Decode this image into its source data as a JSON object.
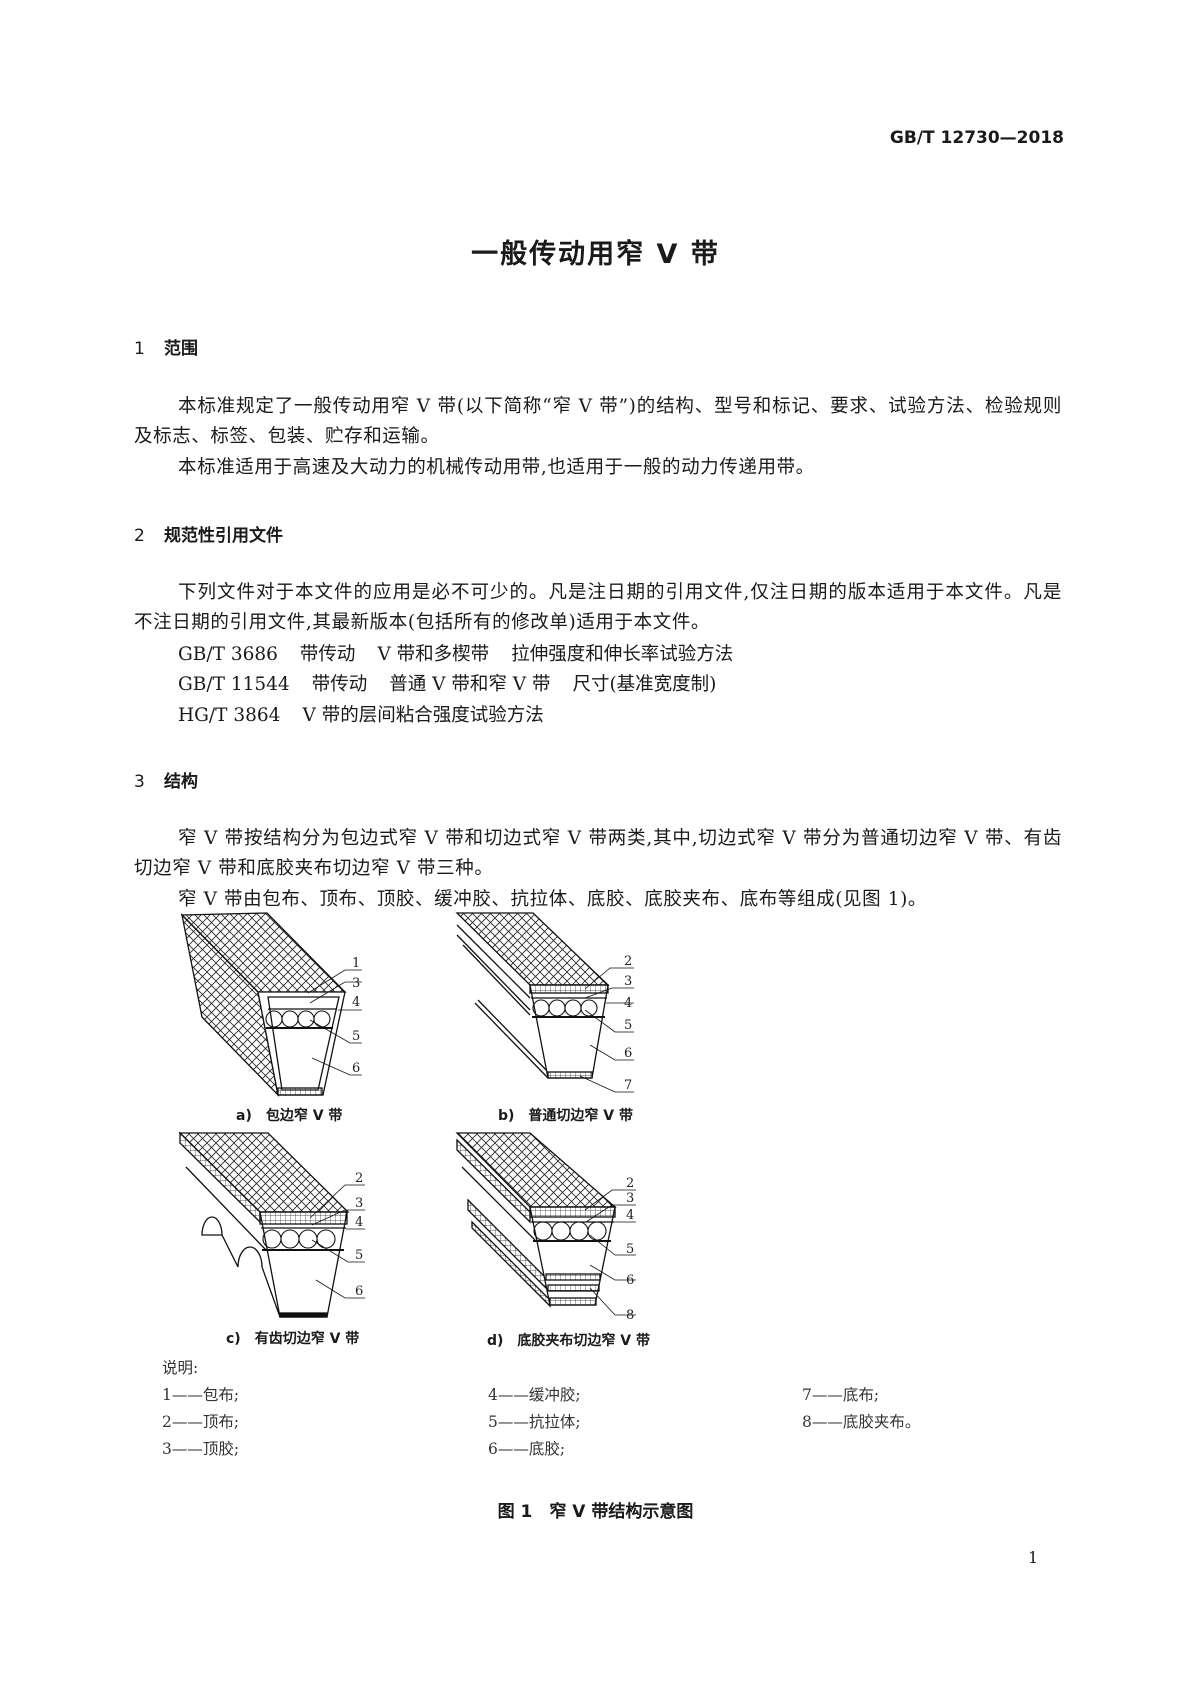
{
  "header": {
    "standard_number": "GB/T 12730—2018"
  },
  "title": "一般传动用窄 V 带",
  "sections": [
    {
      "number": "1",
      "heading": "范围",
      "paragraphs": [
        "本标准规定了一般传动用窄 V 带(以下简称“窄 V 带”)的结构、型号和标记、要求、试验方法、检验规则及标志、标签、包装、贮存和运输。",
        "本标准适用于高速及大动力的机械传动用带,也适用于一般的动力传递用带。"
      ]
    },
    {
      "number": "2",
      "heading": "规范性引用文件",
      "paragraphs": [
        "下列文件对于本文件的应用是必不可少的。凡是注日期的引用文件,仅注日期的版本适用于本文件。凡是不注日期的引用文件,其最新版本(包括所有的修改单)适用于本文件。"
      ],
      "references": [
        {
          "code": "GB/T 3686",
          "parts": [
            "带传动",
            "V 带和多楔带",
            "拉伸强度和伸长率试验方法"
          ]
        },
        {
          "code": "GB/T 11544",
          "parts": [
            "带传动",
            "普通 V 带和窄 V 带",
            "尺寸(基准宽度制)"
          ]
        },
        {
          "code": "HG/T 3864",
          "parts": [
            "V 带的层间粘合强度试验方法"
          ]
        }
      ]
    },
    {
      "number": "3",
      "heading": "结构",
      "paragraphs": [
        "窄 V 带按结构分为包边式窄 V 带和切边式窄 V 带两类,其中,切边式窄 V 带分为普通切边窄 V 带、有齿切边窄 V 带和底胶夹布切边窄 V 带三种。",
        "窄 V 带由包布、顶布、顶胶、缓冲胶、抗拉体、底胶、底胶夹布、底布等组成(见图 1)。"
      ]
    }
  ],
  "figure": {
    "subfigures": [
      {
        "caption": "a)　包边窄 V 带",
        "labels": [
          "1",
          "3",
          "4",
          "5",
          "6"
        ]
      },
      {
        "caption": "b)　普通切边窄 V 带",
        "labels": [
          "2",
          "3",
          "4",
          "5",
          "6",
          "7"
        ]
      },
      {
        "caption": "c)　有齿切边窄 V 带",
        "labels": [
          "2",
          "3",
          "4",
          "5",
          "6"
        ]
      },
      {
        "caption": "d)　底胶夹布切边窄 V 带",
        "labels": [
          "2",
          "3",
          "4",
          "5",
          "6",
          "8"
        ]
      }
    ],
    "legend_title": "说明:",
    "legend": [
      "1——包布;",
      "2——顶布;",
      "3——顶胶;",
      "4——缓冲胶;",
      "5——抗拉体;",
      "6——底胶;",
      "7——底布;",
      "8——底胶夹布。"
    ],
    "caption": "图 1　窄 V 带结构示意图"
  },
  "page_number": "1"
}
